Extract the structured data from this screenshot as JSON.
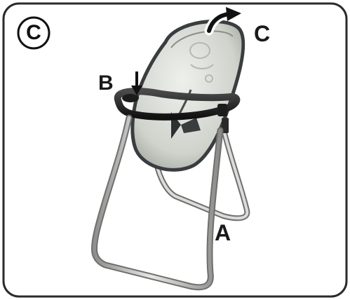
{
  "figure": {
    "step_badge": "C",
    "callouts": {
      "a": "A",
      "b": "B",
      "c": "C"
    },
    "icons": {
      "step_badge": "circled-letter-badge",
      "arrow_c": "curved-arrow-icon",
      "arrow_b": "down-arrow-icon"
    },
    "colors": {
      "frame": "#2a2a2a",
      "seat_fabric": "#d9dcd6",
      "seat_trim": "#3a3d40",
      "metal_leg": "#cfd0ce",
      "tray": "#1c1c1c",
      "text": "#1a1a1a"
    }
  }
}
